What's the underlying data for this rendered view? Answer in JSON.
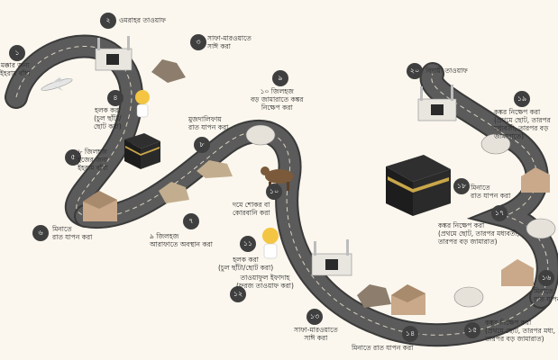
{
  "steps": [
    {
      "n": "১",
      "text": "মক্কার জন্য\nইহরাম বাঁধা"
    },
    {
      "n": "২",
      "text": "ওমরাহর তাওয়াফ"
    },
    {
      "n": "৩",
      "text": "সাফা-মারওয়াতে\nসাঈ করা"
    },
    {
      "n": "৪",
      "text": "হলক করা\n(চুল ছাঁটা/\nছোট করা)"
    },
    {
      "n": "৫",
      "text": "৮ জিলহজ\nহজের জন্য\nইহরাম বাঁধা"
    },
    {
      "n": "৬",
      "text": "মিনাতে\nরাত যাপন করা"
    },
    {
      "n": "৭",
      "text": "৯ জিলহজ\nআরাফাতে অবস্থান করা"
    },
    {
      "n": "৮",
      "text": "মুজদালিফায়\nরাত যাপন করা"
    },
    {
      "n": "৯",
      "text": "১০ জিলহজ\nবড় জামারাতে কঙ্কর\nনিক্ষেপ করা"
    },
    {
      "n": "১০",
      "text": "দমে শোকর বা\nকোরবানি করা"
    },
    {
      "n": "১১",
      "text": "হলক করা\n(চুল ছাঁটা/ছোট করা)"
    },
    {
      "n": "১২",
      "text": "তাওয়াফুল ইফাদাহ\n(ফরজ তাওয়াফ করা)"
    },
    {
      "n": "১৩",
      "text": "সাফা-মারওয়াতে\nসাঈ করা"
    },
    {
      "n": "১৪",
      "text": "মিনাতে রাত যাপন করা"
    },
    {
      "n": "১৫",
      "text": "কঙ্কর নিক্ষেপ করা\n(প্রথমে ছোট, তারপর মধ্য,\nতারপর বড় জামারাত)"
    },
    {
      "n": "১৬",
      "text": "মিনাতে\nরাত যাপন"
    },
    {
      "n": "১৭",
      "text": "কঙ্কর নিক্ষেপ করা\n(প্রথমে ছোট, তারপর মধ্যবর্তী,\nতারপর বড় জামারাত)"
    },
    {
      "n": "১৮",
      "text": "মিনাতে\nরাত যাপন করা"
    },
    {
      "n": "১৯",
      "text": "কঙ্কর নিক্ষেপ করা\n(প্রথমে ছোট, তারপর\nমধ্যবর্তী, তারপর বড়\nজামারাতে)"
    },
    {
      "n": "২০",
      "text": "বিদায়ী তাওয়াফ"
    }
  ],
  "colors": {
    "road": "#5b5b5b",
    "road_edge": "#3a3a3a",
    "badge": "#3f3f3f",
    "background": "#fbf7ee"
  }
}
